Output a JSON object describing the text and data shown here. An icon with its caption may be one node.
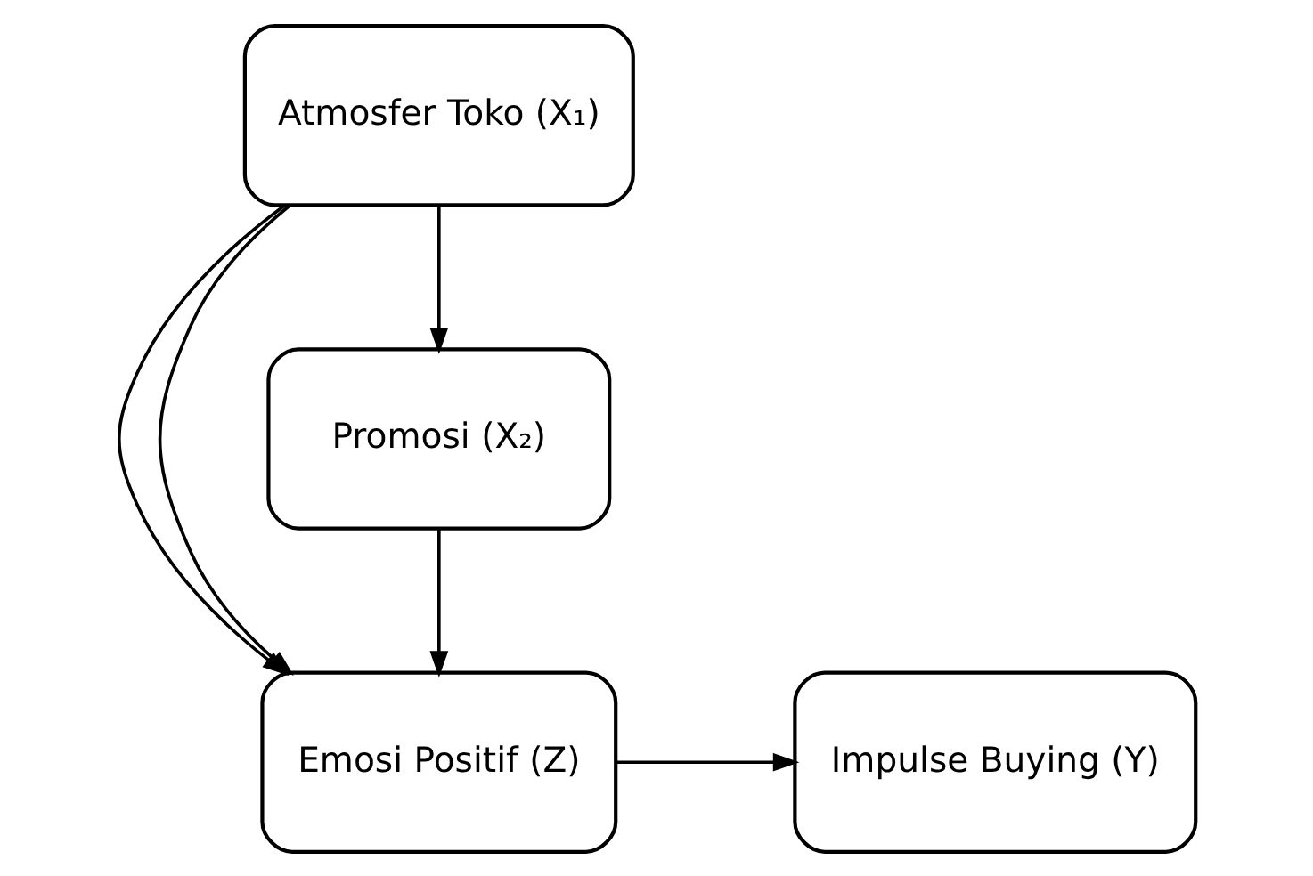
{
  "diagram": {
    "nodes": [
      {
        "text": [
          "Atmosfer Toko (X₁)"
        ]
      },
      {
        "text": [
          "Emosi Positif (Z)"
        ]
      },
      {
        "text": [
          "Impulse Buying (Y)"
        ]
      },
      {
        "text": [
          "Promosi (X₂)"
        ]
      }
    ],
    "edges": [
      {
        "from": 0,
        "to": 1,
        "arrow": "to"
      },
      {
        "from": 0,
        "to": 3,
        "arrow": "to"
      },
      {
        "from": 0,
        "to": 1,
        "arrow": "to"
      },
      {
        "from": 3,
        "to": 1,
        "arrow": "to"
      },
      {
        "from": 1,
        "to": 2,
        "arrow": "to"
      }
    ]
  }
}
